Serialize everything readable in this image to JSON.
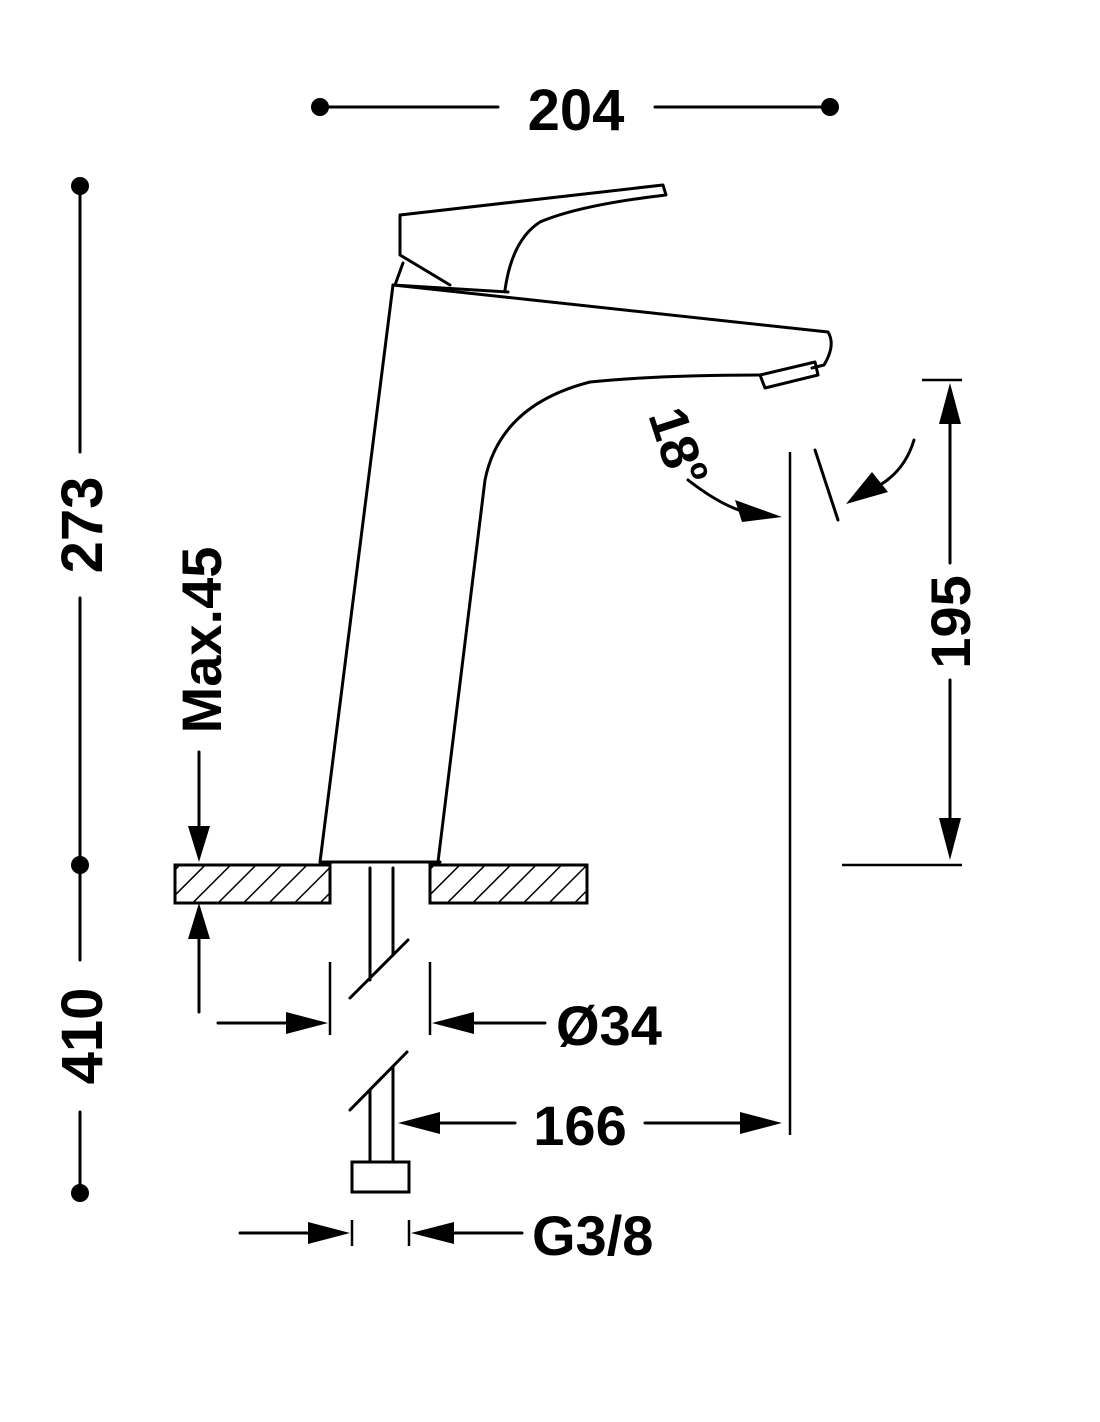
{
  "dimensions": {
    "width_204": "204",
    "height_273": "273",
    "height_410": "410",
    "counter_max": "Max.45",
    "spout_height": "195",
    "angle": "18",
    "angle_unit": "º",
    "hole_diameter": "Ø34",
    "reach_166": "166",
    "connection": "G3/8"
  },
  "colors": {
    "ink": "#000000",
    "paper": "#ffffff"
  }
}
